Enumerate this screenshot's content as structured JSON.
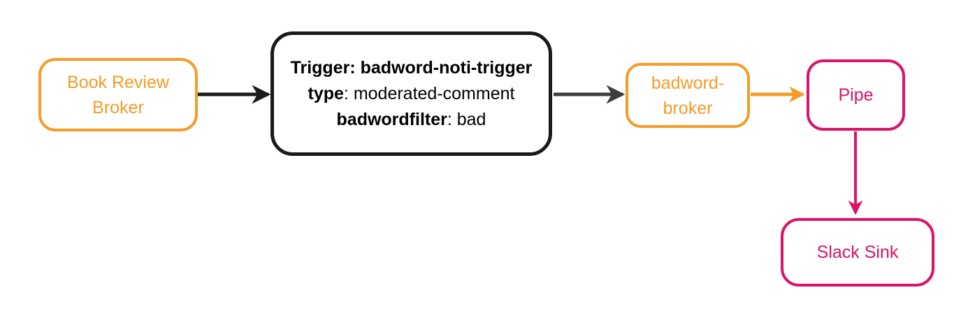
{
  "diagram": {
    "nodes": {
      "book_review_broker": {
        "line1": "Book Review",
        "line2": "Broker"
      },
      "trigger": {
        "line1": "Trigger: badword-noti-trigger",
        "line2_key": "type",
        "line2_value": ": moderated-comment",
        "line3_key": "badwordfilter",
        "line3_value": ": bad"
      },
      "badword_broker": {
        "line1": "badword-",
        "line2": "broker"
      },
      "pipe": {
        "label": "Pipe"
      },
      "slack_sink": {
        "label": "Slack Sink"
      }
    },
    "edges": [
      {
        "from": "book_review_broker",
        "to": "trigger",
        "color": "#1A1A1A"
      },
      {
        "from": "trigger",
        "to": "badword_broker",
        "color": "#3D3D3D"
      },
      {
        "from": "badword_broker",
        "to": "pipe",
        "color": "#F59B28"
      },
      {
        "from": "pipe",
        "to": "slack_sink",
        "color": "#DC1368"
      }
    ],
    "colors": {
      "orange": "#F59B28",
      "pink": "#DC1368",
      "black": "#1A1A1A",
      "dark_gray": "#3D3D3D",
      "background": "#FFFFFF"
    }
  }
}
